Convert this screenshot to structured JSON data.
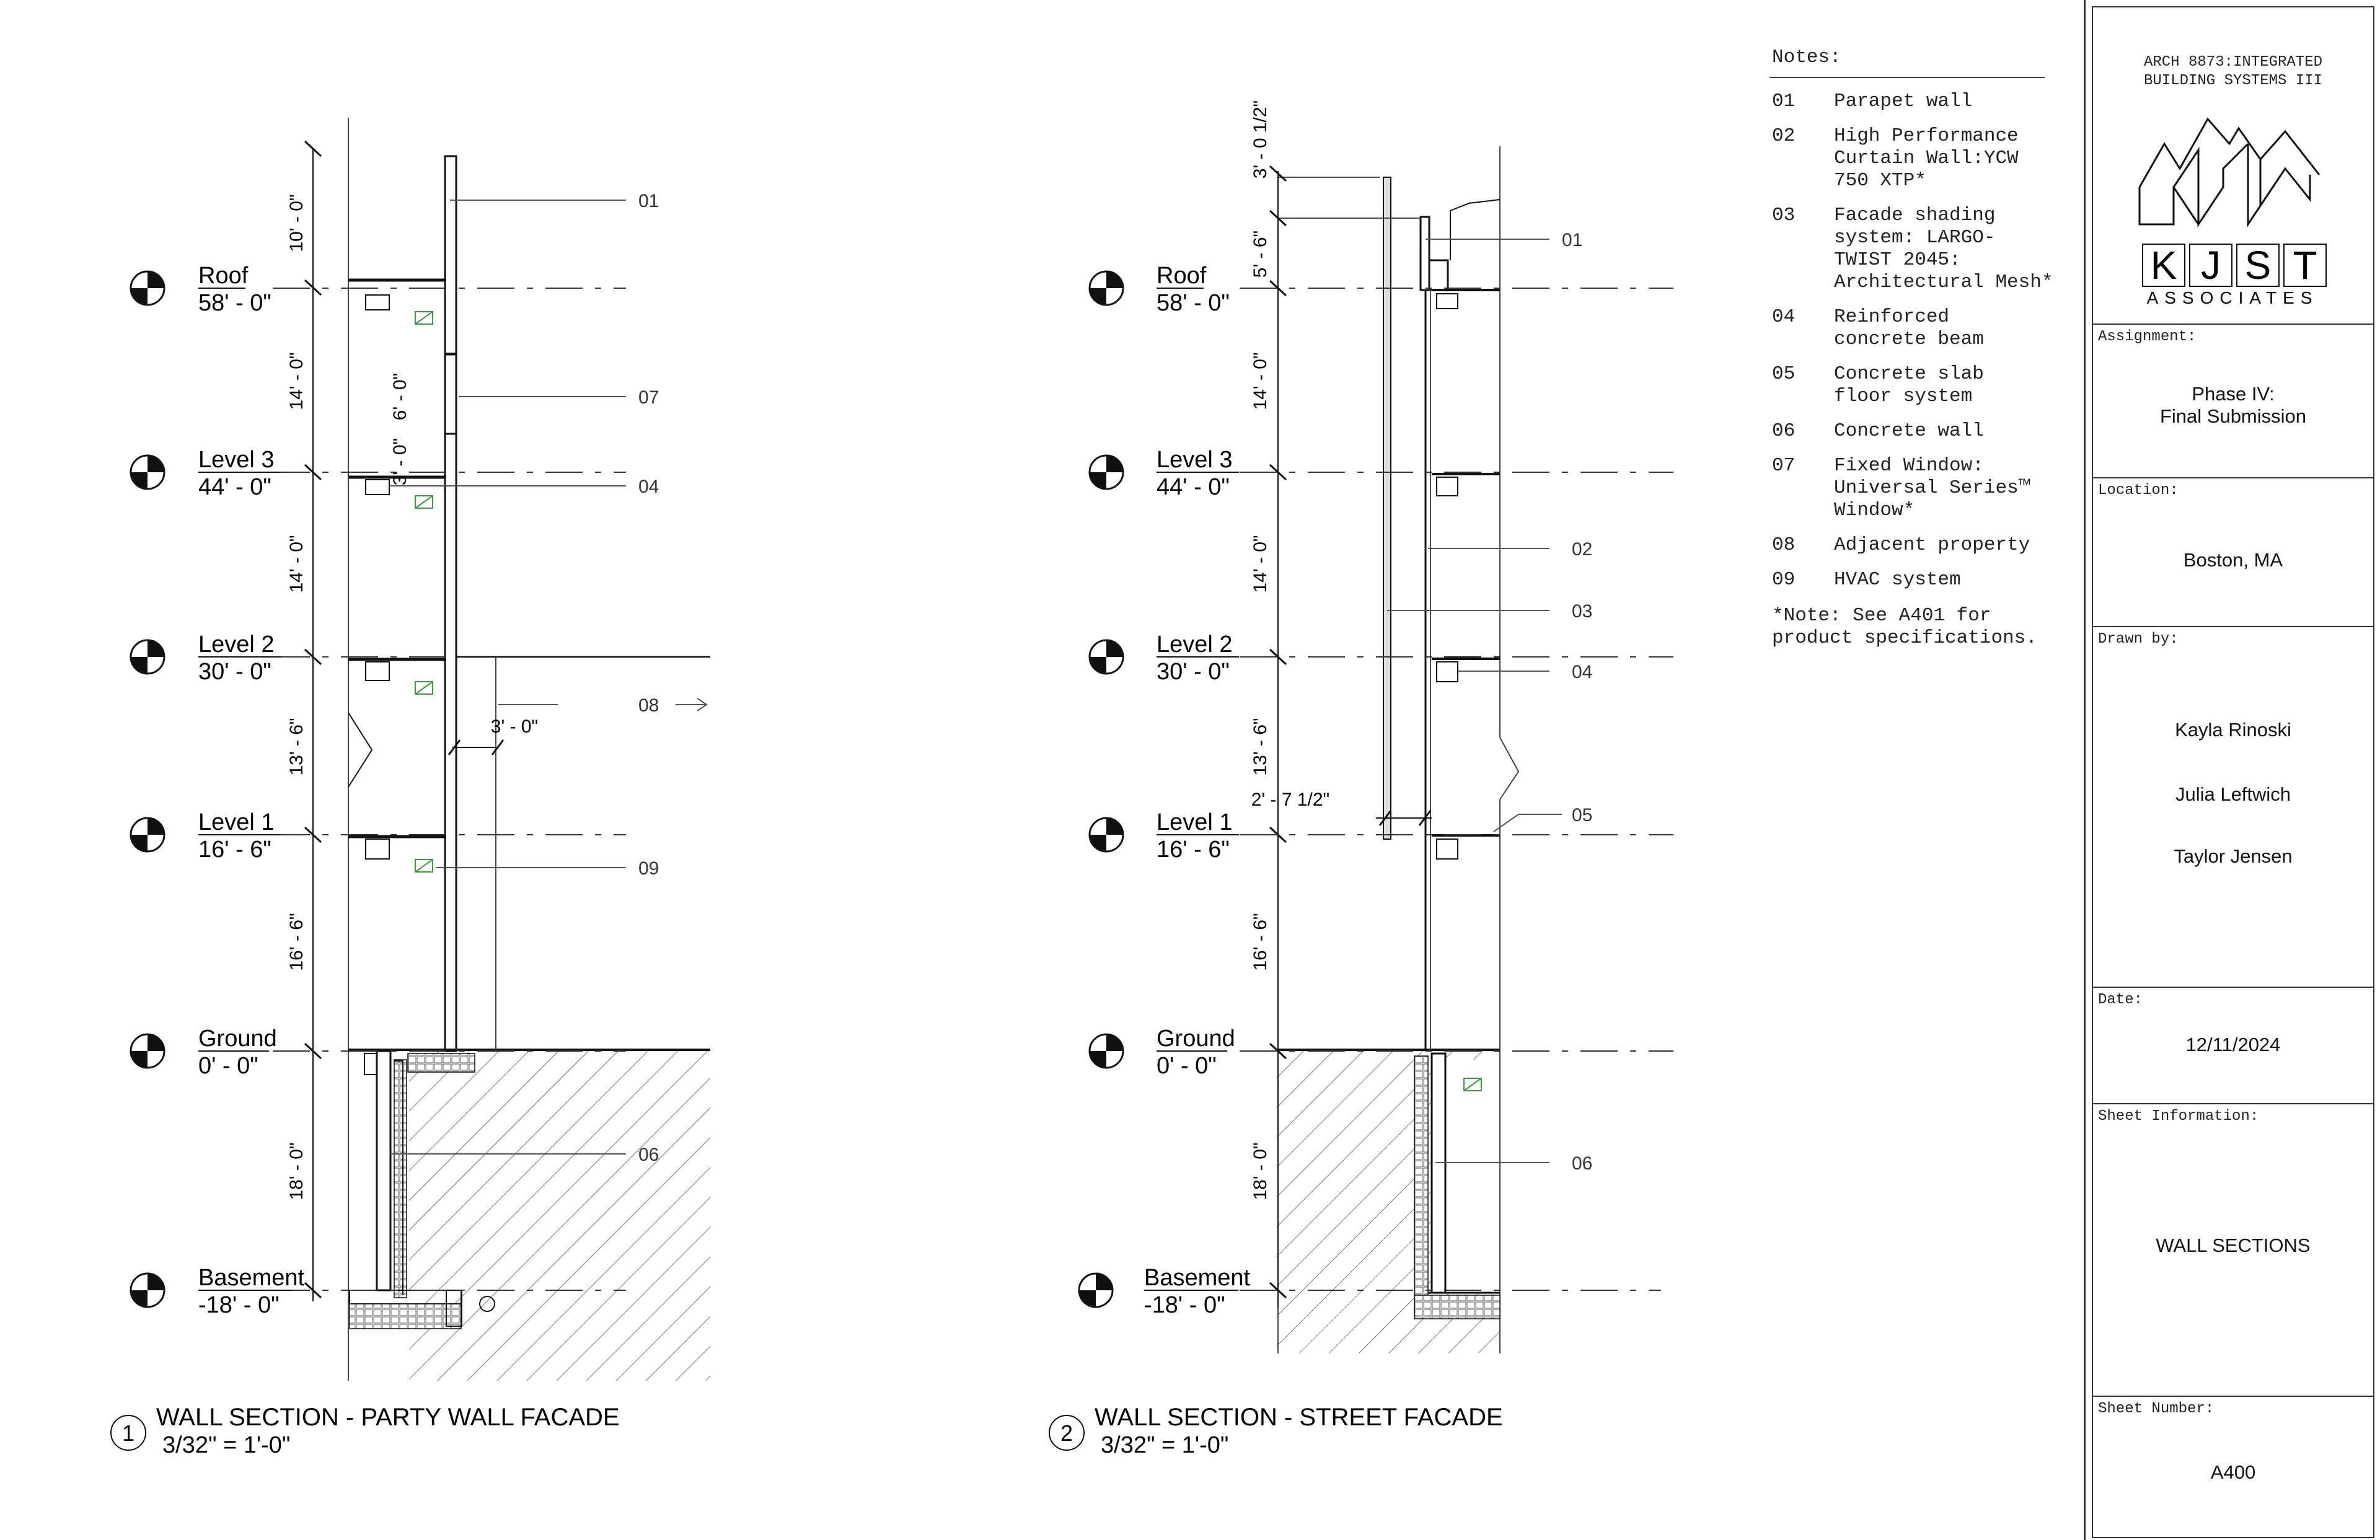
{
  "views": [
    {
      "number": "1",
      "title": "WALL SECTION - PARTY WALL FACADE",
      "scale": "3/32\" = 1'-0\"",
      "levels": [
        {
          "name": "Roof",
          "elev": "58' - 0\""
        },
        {
          "name": "Level 3",
          "elev": "44' - 0\""
        },
        {
          "name": "Level 2",
          "elev": "30' - 0\""
        },
        {
          "name": "Level 1",
          "elev": "16' - 6\""
        },
        {
          "name": "Ground",
          "elev": "0' - 0\""
        },
        {
          "name": "Basement",
          "elev": "-18' - 0\""
        }
      ],
      "dims": [
        "10' - 0\"",
        "14' - 0\"",
        "14' - 0\"",
        "13' - 6\"",
        "16' - 6\"",
        "18' - 0\"",
        "6' - 0\"",
        "3' - 0\"",
        "3' - 0\""
      ],
      "callouts": [
        "01",
        "07",
        "04",
        "08",
        "09",
        "06"
      ]
    },
    {
      "number": "2",
      "title": "WALL SECTION - STREET FACADE",
      "scale": "3/32\" = 1'-0\"",
      "levels": [
        {
          "name": "Roof",
          "elev": "58' - 0\""
        },
        {
          "name": "Level 3",
          "elev": "44' - 0\""
        },
        {
          "name": "Level 2",
          "elev": "30' - 0\""
        },
        {
          "name": "Level 1",
          "elev": "16' - 6\""
        },
        {
          "name": "Ground",
          "elev": "0' - 0\""
        },
        {
          "name": "Basement",
          "elev": "-18' - 0\""
        }
      ],
      "dims": [
        "3' - 0 1/2\"",
        "5' - 6\"",
        "14' - 0\"",
        "14' - 0\"",
        "13' - 6\"",
        "16' - 6\"",
        "18' - 0\"",
        "2' - 7 1/2\""
      ],
      "callouts": [
        "01",
        "02",
        "03",
        "04",
        "05",
        "06"
      ]
    }
  ],
  "notes": {
    "heading": "Notes:",
    "items": [
      {
        "num": "01",
        "text": "Parapet wall"
      },
      {
        "num": "02",
        "text": "High Performance\nCurtain Wall:YCW\n750 XTP*"
      },
      {
        "num": "03",
        "text": "Facade shading\nsystem: LARGO-\nTWIST 2045:\nArchitectural Mesh*"
      },
      {
        "num": "04",
        "text": "Reinforced\nconcrete beam"
      },
      {
        "num": "05",
        "text": "Concrete slab\nfloor system"
      },
      {
        "num": "06",
        "text": "Concrete wall"
      },
      {
        "num": "07",
        "text": "Fixed Window:\nUniversal Series™\nWindow*"
      },
      {
        "num": "08",
        "text": "Adjacent property"
      },
      {
        "num": "09",
        "text": "HVAC system"
      }
    ],
    "footnote": "*Note: See A401 for\nproduct specifications."
  },
  "title_block": {
    "course": "ARCH 8873:INTEGRATED\nBUILDING SYSTEMS III",
    "logo_letters": [
      "K",
      "J",
      "S",
      "T"
    ],
    "logo_sub": "ASSOCIATES",
    "assignment_label": "Assignment:",
    "assignment": "Phase IV:\nFinal Submission",
    "location_label": "Location:",
    "location": "Boston, MA",
    "drawn_by_label": "Drawn by:",
    "drawn_by": [
      "Kayla Rinoski",
      "Julia Leftwich",
      "Taylor Jensen"
    ],
    "date_label": "Date:",
    "date": "12/11/2024",
    "sheet_info_label": "Sheet Information:",
    "sheet_info": "WALL SECTIONS",
    "sheet_number_label": "Sheet Number:",
    "sheet_number": "A400"
  }
}
